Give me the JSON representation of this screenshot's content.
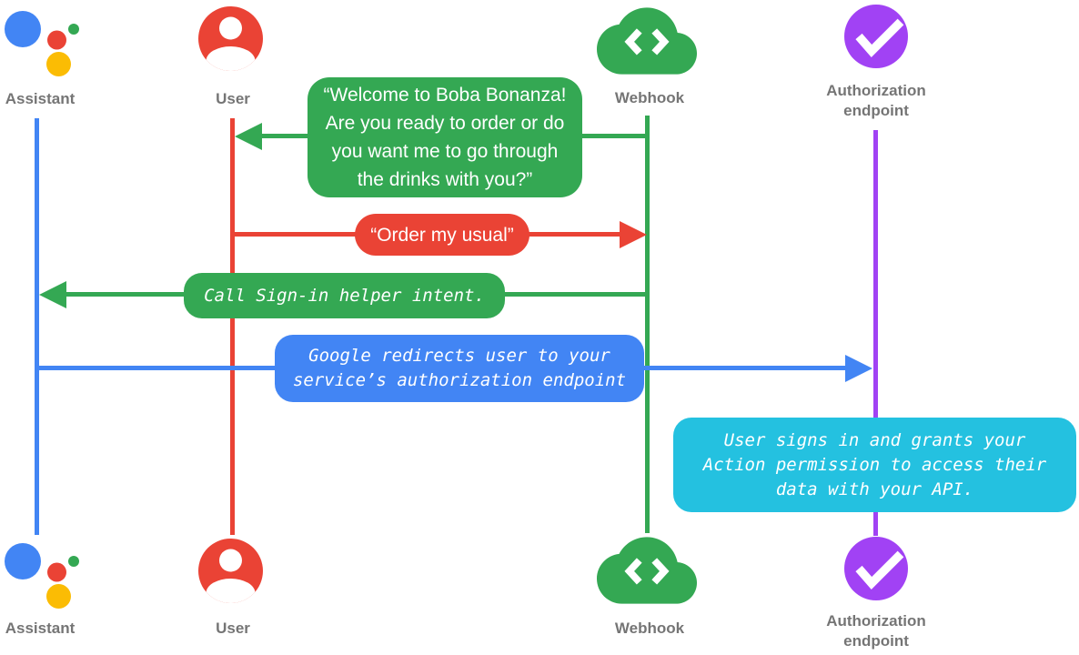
{
  "diagram": {
    "type": "sequence-diagram",
    "colors": {
      "assistant_blue": "#4285F4",
      "user_red": "#EA4335",
      "webhook_green": "#34A853",
      "auth_purple": "#A142F4",
      "note_cyan": "#24C1E0",
      "assistant_yellow": "#FBBC04",
      "label_gray": "#757575"
    },
    "actors": [
      {
        "id": "assistant",
        "label": "Assistant",
        "icon": "google-assistant-icon",
        "color": "#4285F4"
      },
      {
        "id": "user",
        "label": "User",
        "icon": "person-icon",
        "color": "#EA4335"
      },
      {
        "id": "webhook",
        "label": "Webhook",
        "icon": "cloud-code-icon",
        "color": "#34A853"
      },
      {
        "id": "authorization_endpoint",
        "label": "Authorization\nendpoint",
        "icon": "check-circle-icon",
        "color": "#A142F4"
      }
    ],
    "messages": [
      {
        "name": "welcome-message",
        "style": "dialogue",
        "from": "Webhook",
        "to": "User",
        "color": "#34A853",
        "text": "“Welcome to Boba Bonanza!\nAre you ready to order or do\nyou want me to go through\nthe drinks with you?”"
      },
      {
        "name": "order-message",
        "style": "dialogue",
        "from": "User",
        "to": "Webhook",
        "color": "#EA4335",
        "text": "“Order my usual”"
      },
      {
        "name": "sign-in-helper-message",
        "style": "system",
        "from": "Webhook",
        "to": "Assistant",
        "color": "#34A853",
        "text": "Call Sign-in helper intent."
      },
      {
        "name": "redirect-message",
        "style": "system",
        "from": "Assistant",
        "to": "Authorization endpoint",
        "color": "#4285F4",
        "text": "Google redirects user to your\nservice’s authorization endpoint"
      },
      {
        "name": "sign-in-note",
        "style": "system",
        "at": "Authorization endpoint",
        "color": "#24C1E0",
        "text": "User signs in and grants your\nAction permission to access their\ndata with your API."
      }
    ]
  }
}
